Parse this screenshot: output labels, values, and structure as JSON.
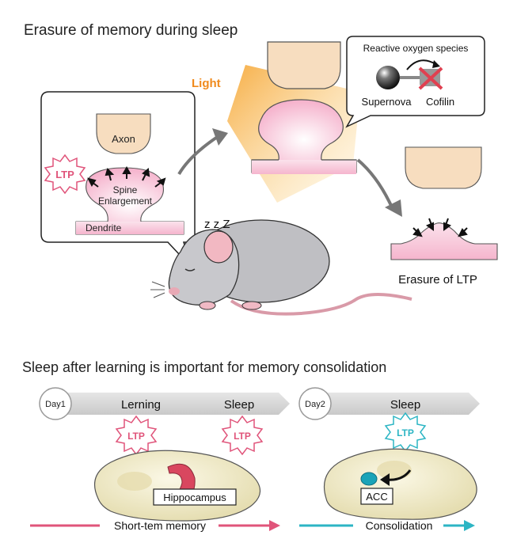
{
  "top_panel": {
    "title": "Erasure of memory during sleep",
    "light_label": "Light",
    "inset": {
      "axon_label": "Axon",
      "ltp_label": "LTP",
      "spine_label_1": "Spine",
      "spine_label_2": "Enlargement",
      "dendrite_label": "Dendrite"
    },
    "callout": {
      "title": "Reactive oxygen species",
      "supernova_label": "Supernova",
      "cofilin_label": "Cofilin"
    },
    "sleep_z": "z z Z",
    "erasure_label": "Erasure of LTP"
  },
  "bottom_panel": {
    "title": "Sleep after learning is important for memory consolidation",
    "day1": {
      "day_label": "Day1",
      "learning_label": "Lerning",
      "sleep_label": "Sleep",
      "ltp_label_1": "LTP",
      "ltp_label_2": "LTP",
      "region_label": "Hippocampus",
      "memory_label": "Short-tem memory"
    },
    "day2": {
      "day_label": "Day2",
      "sleep_label": "Sleep",
      "ltp_label": "LTP",
      "region_label": "ACC",
      "memory_label": "Consolidation"
    }
  },
  "colors": {
    "ltp_pink": "#e0547a",
    "ltp_cyan": "#2cb5c4",
    "spine_pink": "#f7c6d8",
    "axon_peach": "#f7ddbf",
    "mouse_gray": "#bfbfc3",
    "light_orange": "#f6b84a",
    "brain_cream": "#f2ecc8",
    "arrow_gray": "#777777",
    "hippocampus_red": "#d9475f",
    "acc_teal": "#1aa3b8"
  }
}
